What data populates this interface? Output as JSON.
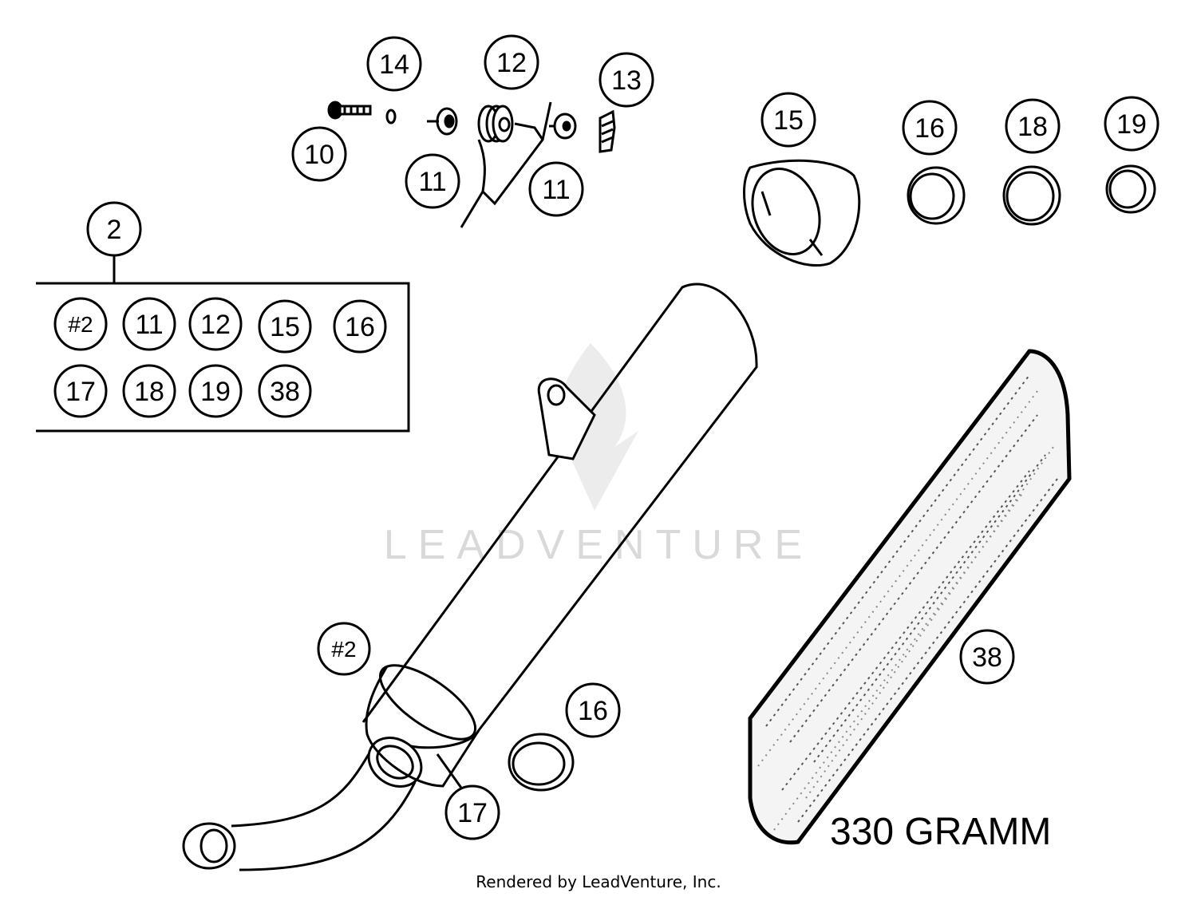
{
  "watermark": {
    "text": "LEADVENTURE"
  },
  "footer": {
    "text": "Rendered by LeadVenture, Inc."
  },
  "weight_label": "330 GRAMM",
  "kit": {
    "number": "2",
    "items": [
      "#2",
      "11",
      "12",
      "15",
      "16",
      "17",
      "18",
      "19",
      "38"
    ]
  },
  "callouts": {
    "c10": "10",
    "c11a": "11",
    "c11b": "11",
    "c12": "12",
    "c13": "13",
    "c14": "14",
    "c15": "15",
    "c16a": "16",
    "c18": "18",
    "c19": "19",
    "c2muffler": "#2",
    "c16b": "16",
    "c17": "17",
    "c38": "38"
  }
}
